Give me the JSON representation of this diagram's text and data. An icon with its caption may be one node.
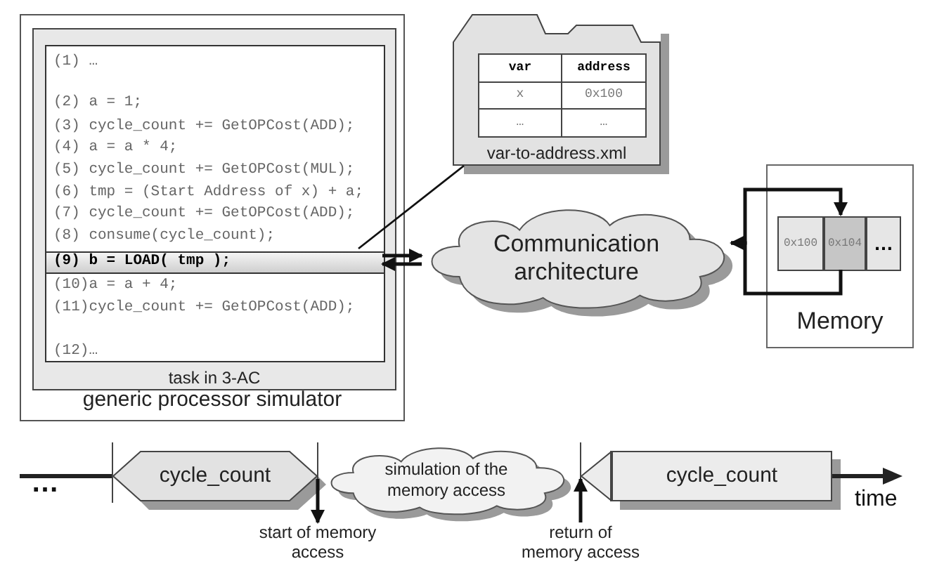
{
  "diagram": {
    "nodes": [
      {
        "text": [
          "generic processor simulator"
        ]
      },
      {
        "text": [
          "(1) …",
          "(2) a = 1;",
          "(3) cycle_count += GetOPCost(ADD);",
          "(4) a = a * 4;",
          "(5) cycle_count += GetOPCost(MUL);",
          "(6) tmp = (Start Address of x) + a;",
          "(7) cycle_count += GetOPCost(ADD);",
          "(8) consume(cycle_count);",
          "(10)a = a + 4;",
          "(11)cycle_count += GetOPCost(ADD);",
          "(12)…",
          "task in 3-AC"
        ],
        "in": 0
      },
      {
        "text": [
          "(9) b = LOAD( tmp );"
        ],
        "in": 1
      },
      {
        "text": [
          "var-to-address.xml"
        ]
      },
      {
        "text": [
          "Communication architecture"
        ]
      },
      {
        "text": [
          "Memory"
        ]
      },
      {
        "text": [
          "0x100"
        ],
        "in": 5
      },
      {
        "text": [
          "0x104"
        ],
        "in": 5
      },
      {
        "text": [
          "…"
        ],
        "in": 5
      },
      {
        "text": [
          "cycle_count"
        ]
      },
      {
        "text": [
          "simulation of the memory access"
        ]
      },
      {
        "text": [
          "cycle_count"
        ]
      },
      {
        "text": [
          "start of memory access"
        ]
      },
      {
        "text": [
          "return of memory access"
        ]
      }
    ],
    "edges": [
      {
        "from": 2,
        "to": 3,
        "arrow": "none"
      },
      {
        "from": 2,
        "to": 4,
        "arrow": "to"
      },
      {
        "from": 4,
        "to": 2,
        "arrow": "to"
      },
      {
        "from": 7,
        "to": 4,
        "arrow": "to"
      },
      {
        "from": 4,
        "to": 7,
        "arrow": "to"
      },
      {
        "from": 9,
        "to": 12,
        "arrow": "to"
      },
      {
        "from": 13,
        "to": 11,
        "arrow": "to"
      }
    ],
    "labels": [
      "var",
      "address",
      "x",
      "0x100",
      "…",
      "…",
      "…",
      "time"
    ]
  }
}
